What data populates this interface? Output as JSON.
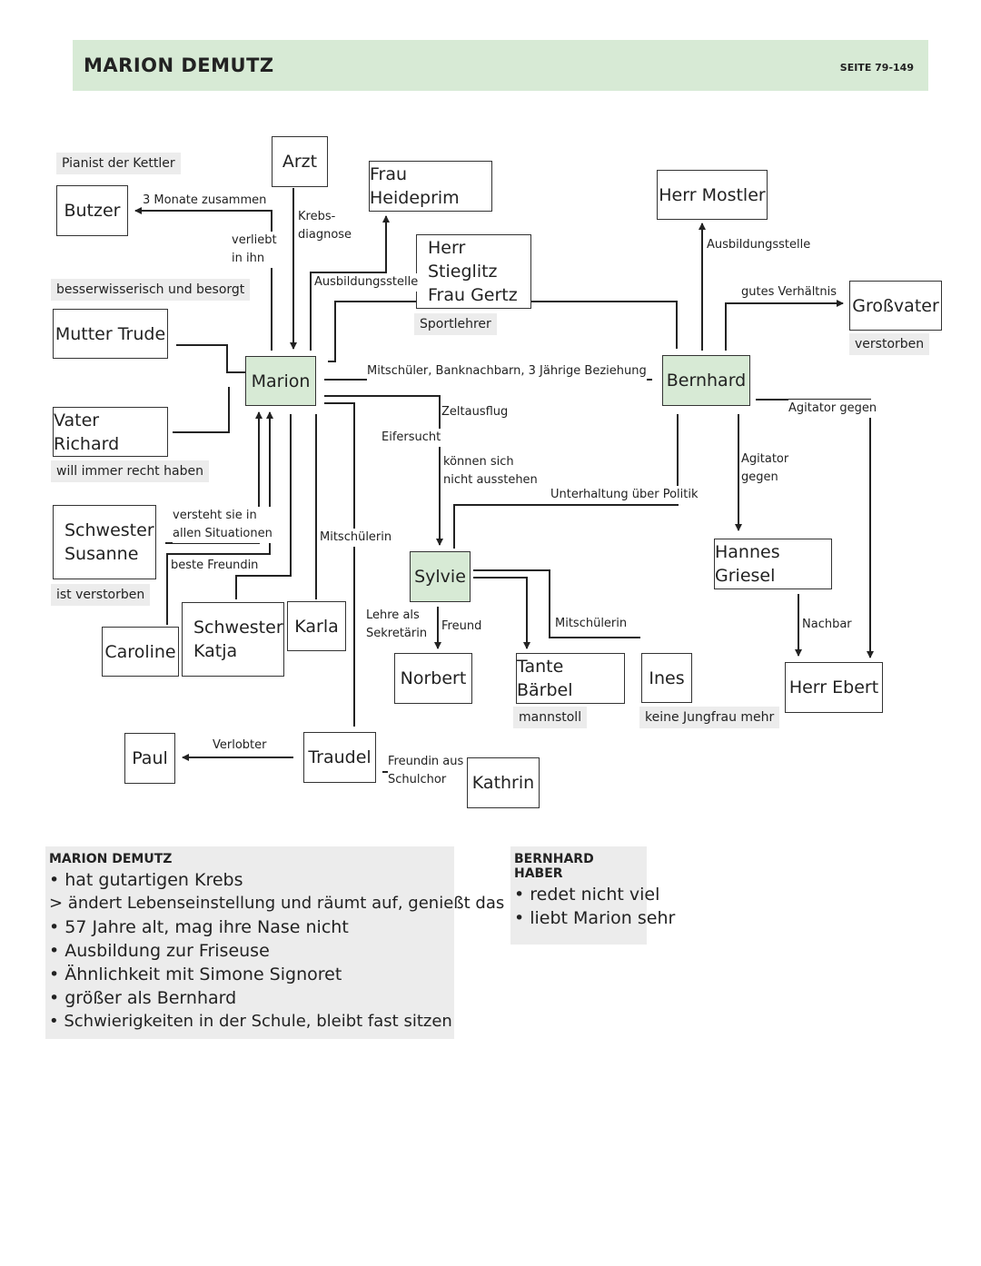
{
  "header": {
    "title": "MARION DEMUTZ",
    "page": "SEITE 79-149"
  },
  "nodes": {
    "butzer": "Butzer",
    "arzt": "Arzt",
    "frau_heideprim": "Frau Heideprim",
    "herr_mostler": "Herr Mostler",
    "stieglitz_gertz": "Herr Stieglitz\nFrau Gertz",
    "grossvater": "Großvater",
    "mutter_trude": "Mutter Trude",
    "marion": "Marion",
    "bernhard": "Bernhard",
    "vater_richard": "Vater Richard",
    "schwester_susanne": "Schwester\nSusanne",
    "sylvie": "Sylvie",
    "hannes_griesel": "Hannes Griesel",
    "caroline": "Caroline",
    "schwester_katja": "Schwester\nKatja",
    "karla": "Karla",
    "norbert": "Norbert",
    "tante_baerbel": "Tante Bärbel",
    "ines": "Ines",
    "herr_ebert": "Herr Ebert",
    "paul": "Paul",
    "traudel": "Traudel",
    "kathrin": "Kathrin"
  },
  "tags": {
    "pianist": "Pianist der Kettler",
    "besserwisserisch": "besserwisserisch und besorgt",
    "will_recht": "will immer recht haben",
    "verstorben_susanne": "ist verstorben",
    "sportlehrer": "Sportlehrer",
    "verstorben_gv": "verstorben",
    "mannstoll": "mannstoll",
    "keine_jungfrau": "keine Jungfrau mehr"
  },
  "labels": {
    "drei_monate": "3 Monate zusammen",
    "verliebt": "verliebt\nin ihn",
    "krebs": "Krebs-\ndiagnose",
    "ausbildung_heideprim": "Ausbildungsstelle",
    "ausbildung_mostler": "Ausbildungsstelle",
    "gutes_verhaeltnis": "gutes Verhältnis",
    "mitschueler_bernhard": "Mitschüler, Banknachbarn, 3 Jährige Beziehung",
    "agitator_top": "Agitator gegen",
    "zeitausflug": "Zeltausflug",
    "eifersucht": "Eifersucht",
    "nicht_ausstehen": "können sich\nnicht ausstehen",
    "unterhaltung": "Unterhaltung über Politik",
    "agitator_hannes": "Agitator\ngegen",
    "versteht": "versteht sie in\nallen Situationen",
    "mitschuelerin_traudel": "Mitschülerin",
    "beste_freundin": "beste Freundin",
    "nachbar": "Nachbar",
    "lehre": "Lehre als\nSekretärin",
    "freund": "Freund",
    "mitschuelerin_ines": "Mitschülerin",
    "verlobter": "Verlobter",
    "freundin_schulchor": "Freundin aus\nSchulchor"
  },
  "notes": {
    "marion": {
      "title": "MARION DEMUTZ",
      "items": [
        "• hat gutartigen Krebs",
        "> ändert Lebenseinstellung und räumt auf, genießt das Leben",
        "• 57 Jahre alt, mag ihre Nase nicht",
        "• Ausbildung zur Friseuse",
        "• Ähnlichkeit mit Simone Signoret",
        "• größer als Bernhard",
        "• Schwierigkeiten in der Schule, bleibt fast sitzen"
      ]
    },
    "bernhard": {
      "title": "BERNHARD HABER",
      "items": [
        "• redet nicht viel",
        "• liebt Marion sehr"
      ]
    }
  },
  "colors": {
    "header_bg": "#d7ead5",
    "highlight_node": "#d7ead5",
    "tag_bg": "#ececec",
    "line": "#222222"
  }
}
